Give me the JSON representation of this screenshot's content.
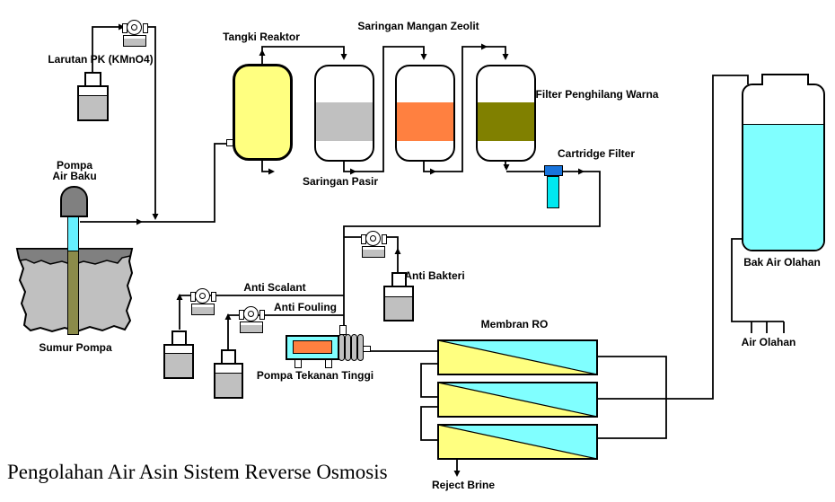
{
  "title": "Pengolahan Air Asin Sistem Reverse Osmosis",
  "labels": {
    "larutan_pk": "Larutan PK (KMnO4)",
    "tangki_reaktor": "Tangki Reaktor",
    "saringan_mangan_zeolit": "Saringan Mangan Zeolit",
    "saringan_pasir": "Saringan Pasir",
    "filter_penghilang_warna": "Filter Penghilang Warna",
    "cartridge_filter": "Cartridge Filter",
    "pompa_air_baku_line1": "Pompa",
    "pompa_air_baku_line2": "Air Baku",
    "sumur_pompa": "Sumur Pompa",
    "anti_scalant": "Anti Scalant",
    "anti_fouling": "Anti Fouling",
    "anti_bakteri": "Anti Bakteri",
    "pompa_tekanan_tinggi": "Pompa Tekanan Tinggi",
    "membran_ro": "Membran RO",
    "reject_brine": "Reject Brine",
    "bak_air_olahan": "Bak Air Olahan",
    "air_olahan": "Air Olahan"
  },
  "colors": {
    "reactor_yellow": "#FFFF80",
    "sand_gray": "#C0C0C0",
    "zeolite_orange": "#FF8040",
    "carbon_olive": "#808000",
    "membrane_cyan": "#80FFFF",
    "membrane_yellow": "#FFFF80",
    "water_cyan": "#80FFFF",
    "cartridge_blue": "#1874DC",
    "cartridge_cyan": "#00E8F0",
    "pump_body_cyan": "#80FFFF",
    "pump_core_orange": "#FF8040",
    "metal_gray": "#C0C0C0",
    "dark_gray": "#808080",
    "pipe_khaki": "#8B8B4A",
    "raw_pipe_cyan": "#66F0FF"
  }
}
